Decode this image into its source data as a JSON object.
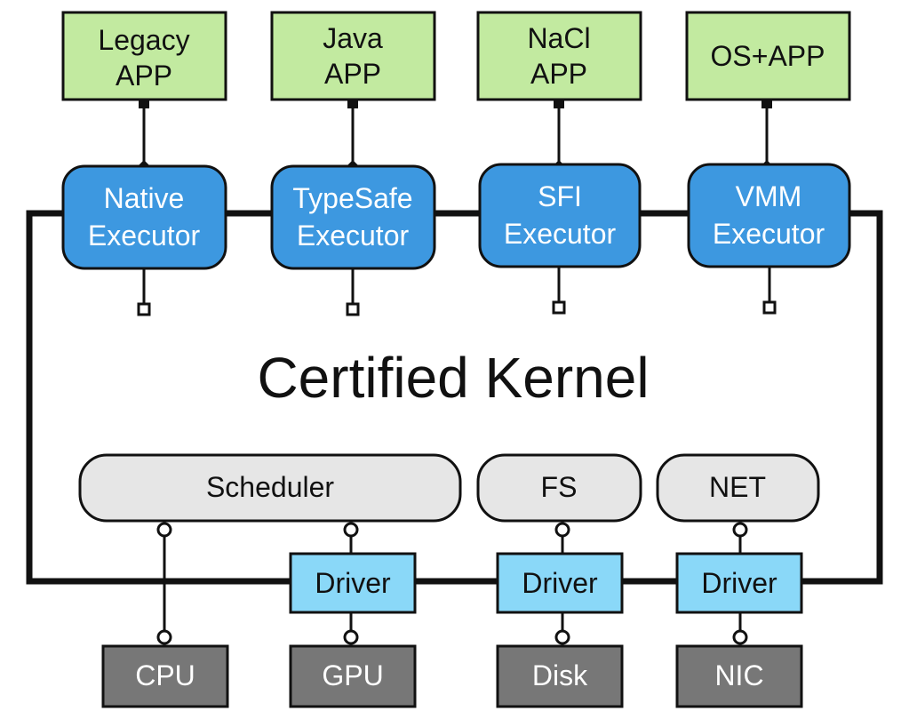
{
  "apps": [
    {
      "line1": "Legacy",
      "line2": "APP"
    },
    {
      "line1": "Java",
      "line2": "APP"
    },
    {
      "line1": "NaCl",
      "line2": "APP"
    },
    {
      "line1": "OS+APP",
      "line2": ""
    }
  ],
  "executors": [
    {
      "line1": "Native",
      "line2": "Executor"
    },
    {
      "line1": "TypeSafe",
      "line2": "Executor"
    },
    {
      "line1": "SFI",
      "line2": "Executor"
    },
    {
      "line1": "VMM",
      "line2": "Executor"
    }
  ],
  "kernel_title": "Certified Kernel",
  "services": [
    "Scheduler",
    "FS",
    "NET"
  ],
  "drivers": [
    "Driver",
    "Driver",
    "Driver"
  ],
  "hardware": [
    "CPU",
    "GPU",
    "Disk",
    "NIC"
  ],
  "colors": {
    "app_fill": "#c2eaa0",
    "executor_fill": "#3d98e0",
    "service_fill": "#e6e6e6",
    "driver_fill": "#8ad8f8",
    "hardware_fill": "#777777",
    "line": "#111111"
  }
}
